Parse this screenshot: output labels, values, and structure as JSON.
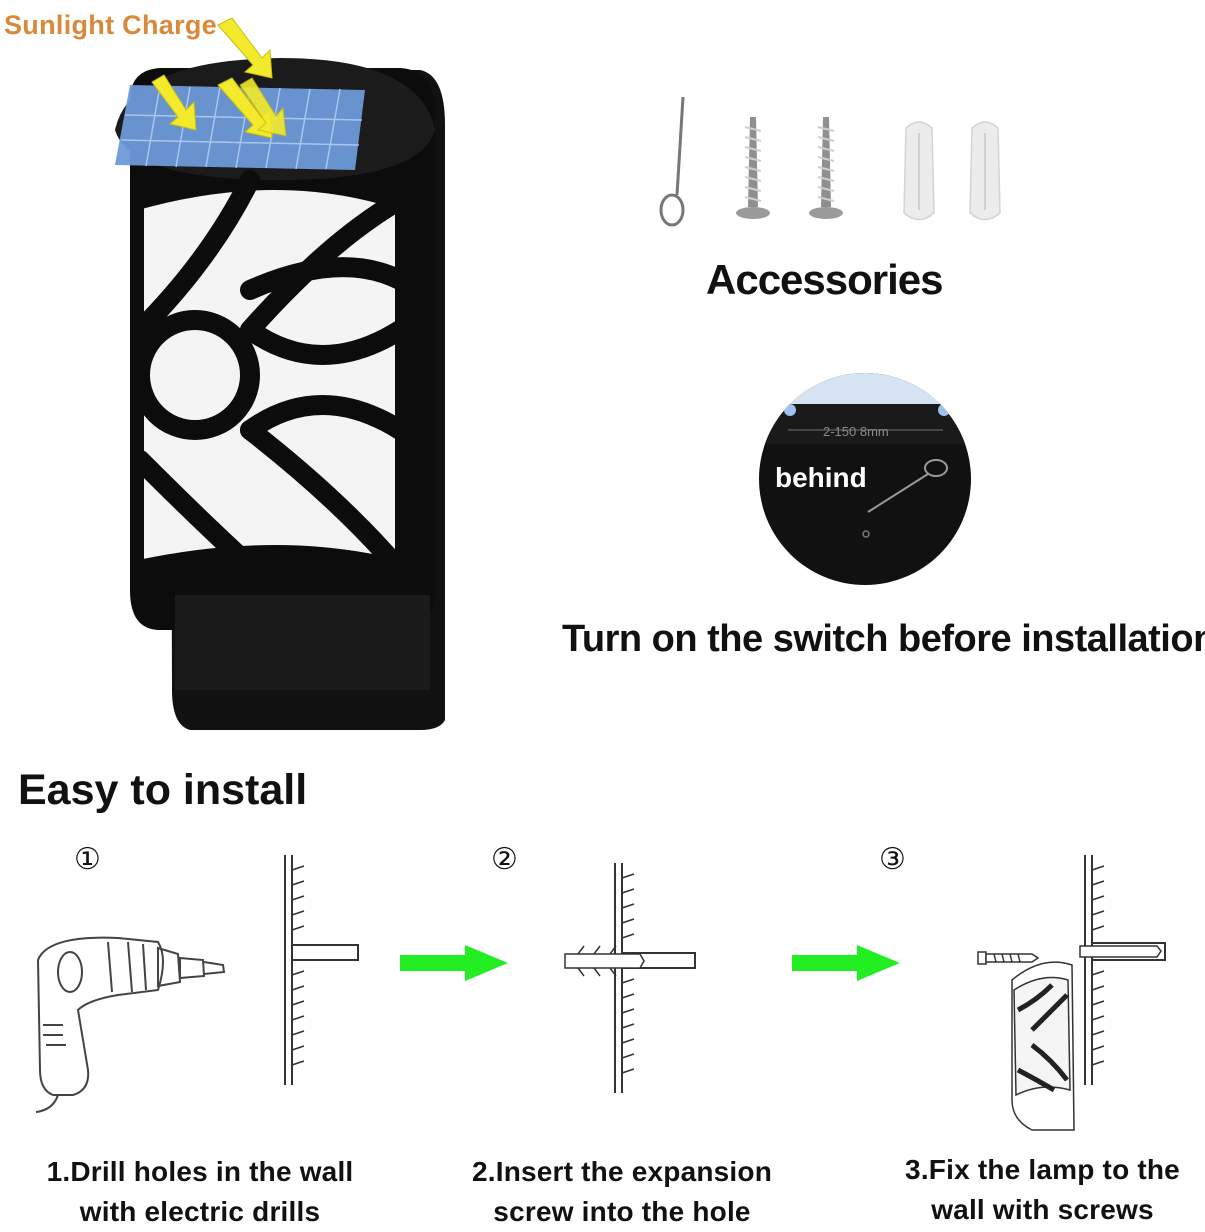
{
  "header": {
    "sunlight_label": "Sunlight Charge",
    "accessories_label": "Accessories",
    "behind_label": "behind",
    "switch_note": "Turn on the switch before installation",
    "ruler_text": "2-150 8mm"
  },
  "install": {
    "title": "Easy to install",
    "steps": [
      {
        "number": "①",
        "line1": "1.Drill holes in the wall",
        "line2": "with electric drills"
      },
      {
        "number": "②",
        "line1": "2.Insert the expansion",
        "line2": "screw into the hole"
      },
      {
        "number": "③",
        "line1": "3.Fix the lamp to the",
        "line2": "wall with screws"
      }
    ]
  },
  "colors": {
    "sunlight": "#d9893a",
    "arrow_green": "#22ee22",
    "lamp_body": "#0c0c0c",
    "solar_panel": "#6d9ad8",
    "sun_arrow": "#f2ea2a"
  },
  "icons": [
    "lamp-product-image",
    "solar-panel",
    "sun-arrow-icon",
    "pin-tool-icon",
    "screw-icon",
    "wall-anchor-icon",
    "behind-switch-closeup",
    "drill-icon",
    "wall-diagram",
    "green-arrow-icon",
    "lamp-mounted-diagram"
  ]
}
